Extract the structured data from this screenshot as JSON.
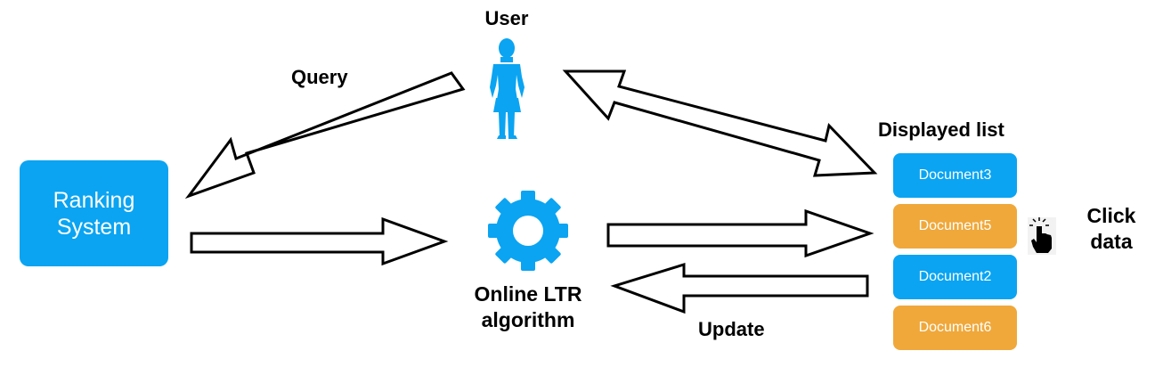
{
  "labels": {
    "user": "User",
    "query": "Query",
    "displayed_list": "Displayed list",
    "click_line1": "Click",
    "click_line2": "data",
    "online_line1": "Online LTR",
    "online_line2": "algorithm",
    "update": "Update"
  },
  "ranking_system": {
    "line1": "Ranking",
    "line2": "System"
  },
  "documents": [
    {
      "label": "Document3",
      "color": "#0aa4f2"
    },
    {
      "label": "Document5",
      "color": "#f0a83a"
    },
    {
      "label": "Document2",
      "color": "#0aa4f2"
    },
    {
      "label": "Document6",
      "color": "#f0a83a"
    }
  ],
  "colors": {
    "accent_blue": "#0aa4f2",
    "accent_orange": "#f0a83a",
    "arrow_stroke": "#000000"
  },
  "icons": [
    "user-silhouette-icon",
    "gear-icon",
    "click-hand-icon"
  ]
}
